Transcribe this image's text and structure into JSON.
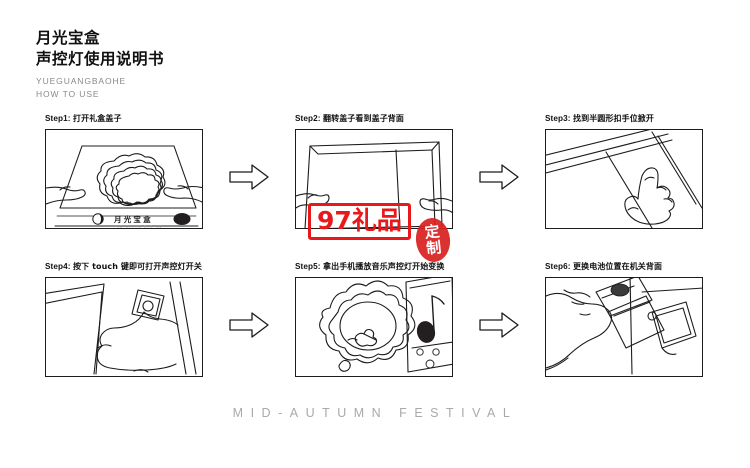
{
  "header": {
    "title_cn_line1": "月光宝盒",
    "title_cn_line2": "声控灯使用说明书",
    "title_en_line1": "YUEGUANGBAOHE",
    "title_en_line2": "HOW TO USE"
  },
  "steps": [
    {
      "num": "Step1:",
      "desc": "打开礼盒盖子",
      "illustration": "gift-box-lid-with-flower-and-hands",
      "brand_label": "月光宝盒"
    },
    {
      "num": "Step2:",
      "desc": "翻转盖子看到盖子背面",
      "illustration": "flipped-lid-underside-with-hands"
    },
    {
      "num": "Step3:",
      "desc": "找到半圆形扣手位掀开",
      "illustration": "finger-lifting-semicircular-tab"
    },
    {
      "num": "Step4:",
      "desc": "按下 touch 键即可打开声控灯开关",
      "illustration": "finger-pressing-touch-button"
    },
    {
      "num": "Step5:",
      "desc": "拿出手机播放音乐声控灯开始变换",
      "illustration": "flower-lamp-with-phone-playing-music"
    },
    {
      "num": "Step6:",
      "desc": "更换电池位置在机关背面",
      "illustration": "hand-replacing-battery-on-back"
    }
  ],
  "arrows": {
    "icon": "arrow-right-outline",
    "count": 4
  },
  "watermark": {
    "text": "97礼品",
    "seal_char_1": "定",
    "seal_char_2": "制",
    "color": "#e8181b"
  },
  "footer": {
    "text": "MID-AUTUMN FESTIVAL"
  }
}
